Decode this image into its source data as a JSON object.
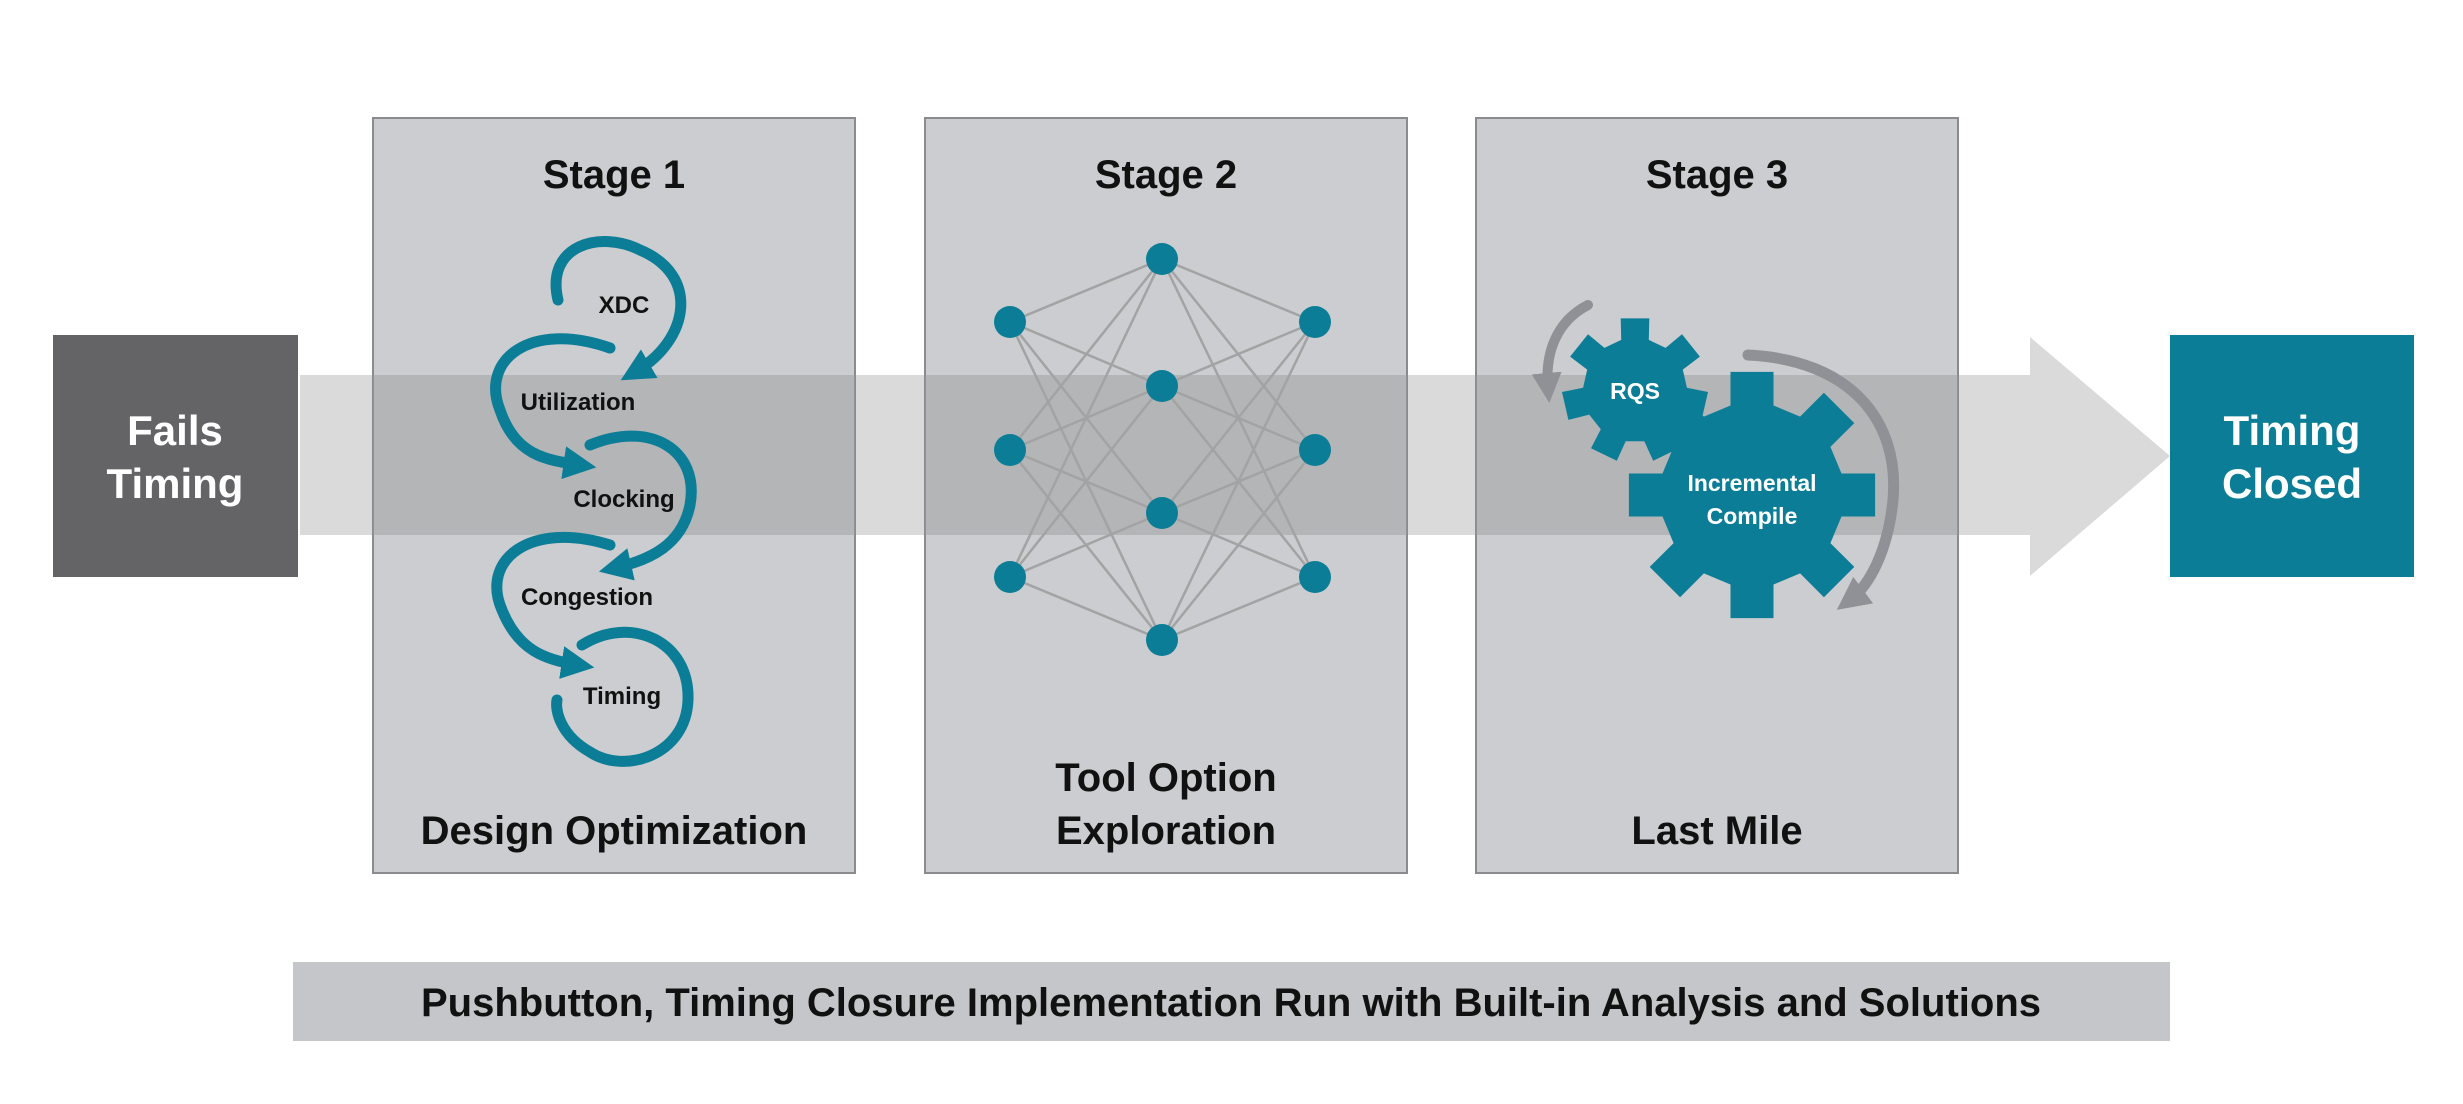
{
  "colors": {
    "teal": "#0b7d96",
    "dark_gray": "#646467",
    "panel_gray": "#c8c9cc",
    "arrow_light": "#dadada",
    "arrow_shadow": "#b3b3b4",
    "net_line": "#a3a3a3",
    "curved_arrow_gray": "#8f9196",
    "footer_bar": "#c5c6c9"
  },
  "start": {
    "line1": "Fails",
    "line2": "Timing"
  },
  "end": {
    "line1": "Timing",
    "line2": "Closed"
  },
  "stages": [
    {
      "title": "Stage 1",
      "caption_lines": [
        "",
        "Design Optimization"
      ],
      "loop_steps": [
        "XDC",
        "Utilization",
        "Clocking",
        "Congestion",
        "Timing"
      ]
    },
    {
      "title": "Stage 2",
      "caption_lines": [
        "Tool Option",
        "Exploration"
      ],
      "network_icon": "neural-network-icon"
    },
    {
      "title": "Stage 3",
      "caption_lines": [
        "",
        "Last Mile"
      ],
      "gears": {
        "small": "RQS",
        "large_line1": "Incremental",
        "large_line2": "Compile"
      }
    }
  ],
  "footer": "Pushbutton, Timing Closure Implementation Run with Built-in Analysis and Solutions"
}
